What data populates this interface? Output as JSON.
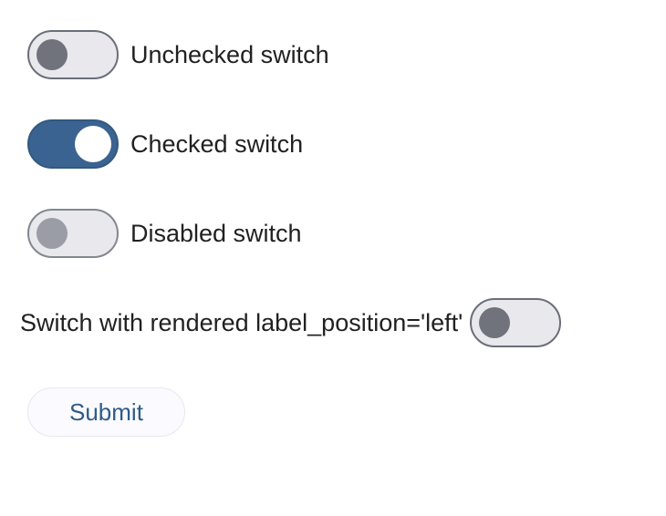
{
  "switches": [
    {
      "label": "Unchecked switch",
      "state": "unchecked",
      "disabled": false,
      "label_position": "right"
    },
    {
      "label": "Checked switch",
      "state": "checked",
      "disabled": false,
      "label_position": "right"
    },
    {
      "label": "Disabled switch",
      "state": "unchecked",
      "disabled": true,
      "label_position": "right"
    },
    {
      "label": "Switch with rendered label_position='left'",
      "state": "unchecked",
      "disabled": false,
      "label_position": "left"
    }
  ],
  "submit_button": {
    "label": "Submit"
  },
  "colors": {
    "label_text": "#212121",
    "unchecked_track": "#e8e8ed",
    "track_border": "#6b6e78",
    "knob_unchecked": "#70727c",
    "checked_track": "#3a6391",
    "checked_border": "#33597f",
    "knob_checked": "#ffffff",
    "knob_disabled": "#9b9da6",
    "disabled_border": "#84878f",
    "submit_text": "#2f5c88",
    "submit_bg": "#fafaff",
    "submit_border": "#e7e7f0"
  }
}
